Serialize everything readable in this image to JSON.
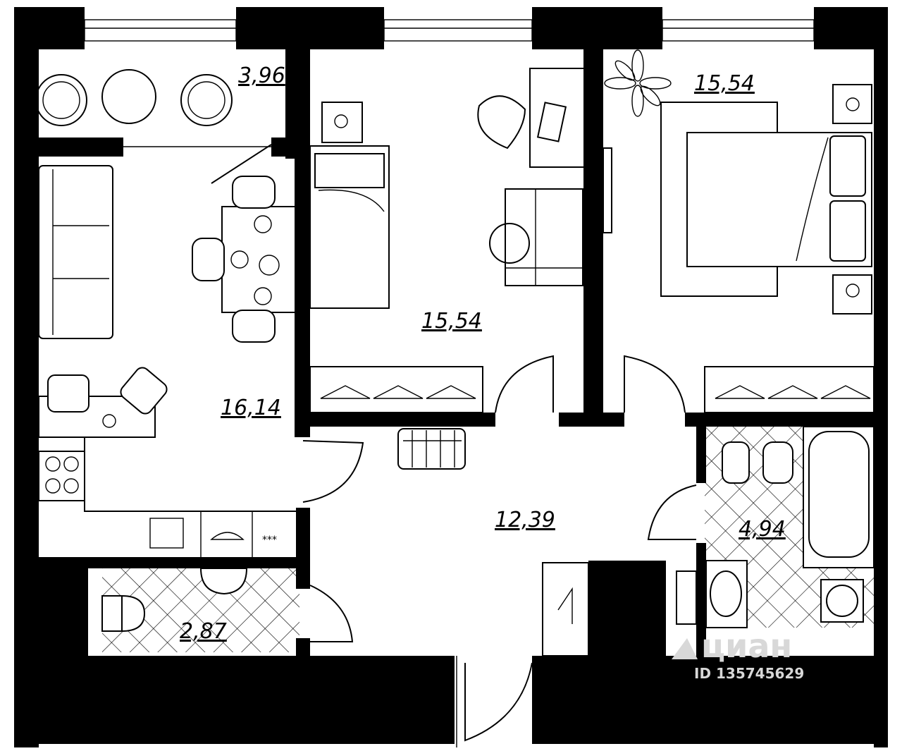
{
  "rooms": [
    {
      "id": "balcony",
      "area": "3,96"
    },
    {
      "id": "bedroom-middle",
      "area": "15,54"
    },
    {
      "id": "bedroom-right",
      "area": "15,54"
    },
    {
      "id": "kitchen-living",
      "area": "16,14"
    },
    {
      "id": "hallway",
      "area": "12,39"
    },
    {
      "id": "bathroom",
      "area": "4,94"
    },
    {
      "id": "toilet",
      "area": "2,87"
    }
  ],
  "watermark": {
    "brand": "циан",
    "listing_id": "ID 135745629"
  },
  "colors": {
    "wall": "#000000",
    "background": "#ffffff",
    "watermark": "#d8d8d8"
  }
}
